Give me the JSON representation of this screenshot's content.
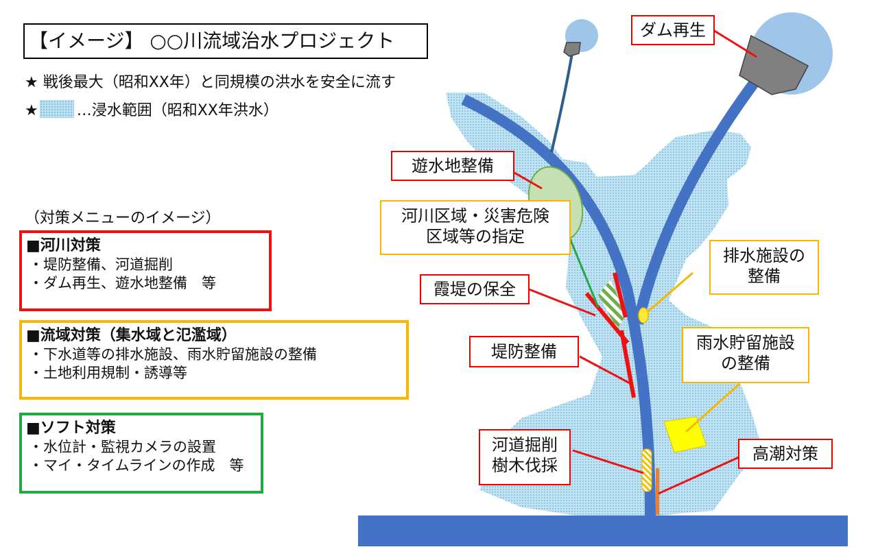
{
  "title": "【イメージ】 ○○川流域治水プロジェクト",
  "notes": {
    "line1": "★ 戦後最大（昭和XX年）と同規模の洪水を安全に流す",
    "line2_star": "★",
    "line2_text": "…浸水範囲（昭和XX年洪水）"
  },
  "menu_caption": "（対策メニューのイメージ）",
  "menus": {
    "river": {
      "heading": "■河川対策",
      "items": [
        "・堤防整備、河道掘削",
        "・ダム再生、遊水地整備　等"
      ]
    },
    "basin": {
      "heading": "■流域対策（集水域と氾濫域）",
      "items": [
        "・下水道等の排水施設、雨水貯留施設の整備",
        "・土地利用規制・誘導等"
      ]
    },
    "soft": {
      "heading": "■ソフト対策",
      "items": [
        "・水位計・監視カメラの設置",
        "・マイ・タイムラインの作成　等"
      ]
    }
  },
  "labels": {
    "dam": "ダム再生",
    "retention": "遊水地整備",
    "designation_line1": "河川区域・災害危険",
    "designation_line2": "区域等の指定",
    "drainage_line1": "排水施設の",
    "drainage_line2": "整備",
    "kasumi": "霞堤の保全",
    "levee": "堤防整備",
    "rainwater_line1": "雨水貯留施設",
    "rainwater_line2": "の整備",
    "excavation_line1": "河道掘削",
    "excavation_line2": "樹木伐採",
    "storm_surge": "高潮対策"
  },
  "colors": {
    "river": "#4472c4",
    "flood_area": "#bfe0f0",
    "river_measures": "#ee1111",
    "basin_measures": "#f5b700",
    "soft_measures": "#22aa44",
    "dam_water": "#9fc5e8",
    "dam_body": "#808080",
    "retention_basin": "#c6e0b4"
  }
}
